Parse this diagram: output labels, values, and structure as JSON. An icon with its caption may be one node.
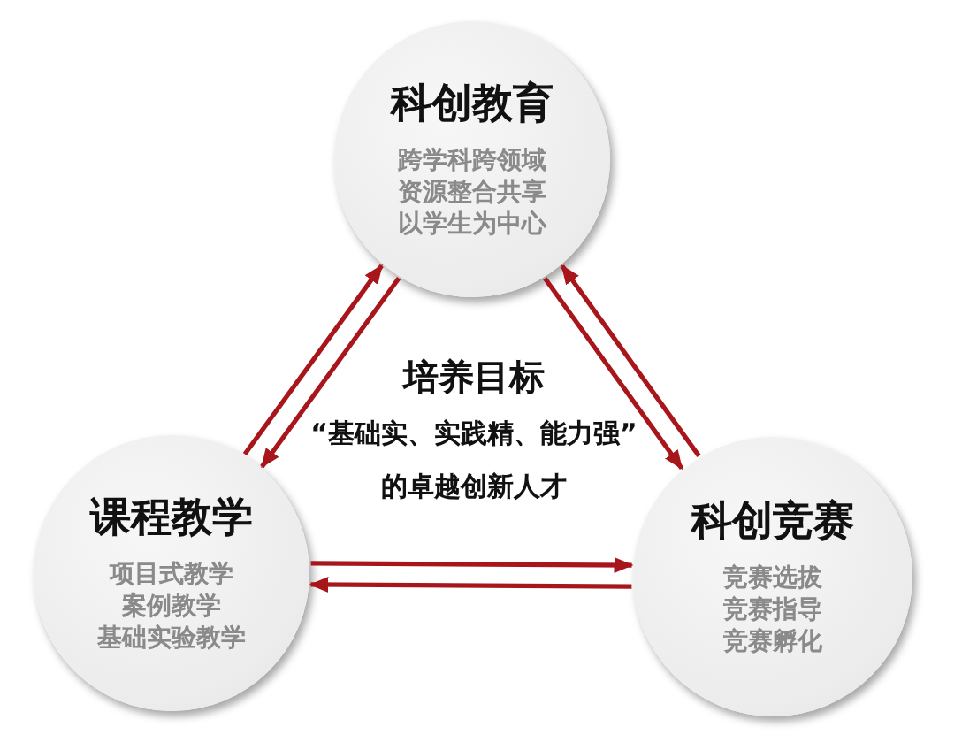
{
  "diagram": {
    "nodes": [
      {
        "text": [
          "科创教育",
          "跨学科跨领域",
          "资源整合共享",
          "以学生为中心"
        ]
      },
      {
        "text": [
          "课程教学",
          "项目式教学",
          "案例教学",
          "基础实验教学"
        ]
      },
      {
        "text": [
          "科创竞赛",
          "竞赛选拔",
          "竞赛指导",
          "竞赛孵化"
        ]
      }
    ],
    "edges": [
      {
        "from": 1,
        "to": 0,
        "arrow": "to"
      },
      {
        "from": 0,
        "to": 1,
        "arrow": "to"
      },
      {
        "from": 0,
        "to": 2,
        "arrow": "to"
      },
      {
        "from": 2,
        "to": 0,
        "arrow": "to"
      },
      {
        "from": 1,
        "to": 2,
        "arrow": "to"
      },
      {
        "from": 2,
        "to": 1,
        "arrow": "to"
      }
    ],
    "labels": [
      "培养目标",
      "“基础实、实践精、能力强”的卓越创新人才"
    ]
  }
}
